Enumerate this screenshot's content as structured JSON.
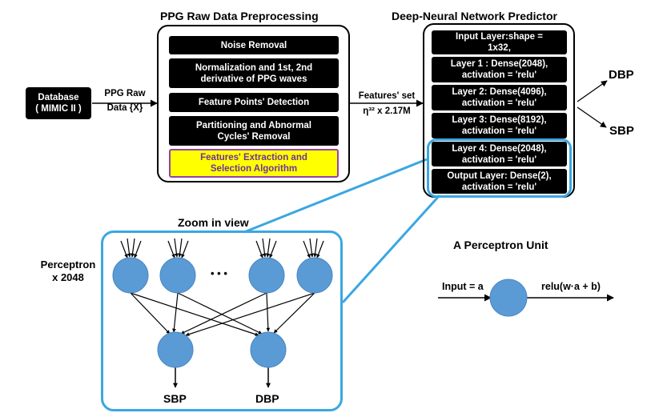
{
  "titles": {
    "preprocessing": "PPG Raw Data Preprocessing",
    "predictor": "Deep-Neural Network Predictor",
    "zoom": "Zoom in view",
    "perceptron_unit": "A Perceptron Unit"
  },
  "database": {
    "line1": "Database",
    "line2": "( MIMIC II )"
  },
  "ppg_raw": {
    "line1": "PPG Raw",
    "line2": "Data {X}"
  },
  "preprocessing_steps": {
    "noise": "Noise Removal",
    "norm_line1": "Normalization and 1st, 2nd",
    "norm_line2": "derivative of PPG waves",
    "feature_points": "Feature Points' Detection",
    "partition_line1": "Partitioning and Abnormal",
    "partition_line2": "Cycles' Removal",
    "extract_line1": "Features' Extraction and",
    "extract_line2": "Selection Algorithm"
  },
  "features_set": {
    "line1": "Features' set",
    "line2": "η³² x 2.17M"
  },
  "layers": {
    "input_l1": "Input Layer:shape =",
    "input_l2": "1x32,",
    "l1_l1": "Layer 1 : Dense(2048),",
    "l1_l2": "activation = 'relu'",
    "l2_l1": "Layer 2: Dense(4096),",
    "l2_l2": "activation = 'relu'",
    "l3_l1": "Layer 3: Dense(8192),",
    "l3_l2": "activation = 'relu'",
    "l4_l1": "Layer 4: Dense(2048),",
    "l4_l2": "activation = 'relu'",
    "out_l1": "Output Layer: Dense(2),",
    "out_l2": "activation = 'relu'"
  },
  "outputs": {
    "dbp": "DBP",
    "sbp": "SBP"
  },
  "zoom": {
    "perceptron_l1": "Perceptron",
    "perceptron_l2": "x 2048",
    "ellipsis": "• • •",
    "sbp": "SBP",
    "dbp": "DBP"
  },
  "unit": {
    "input": "Input = a",
    "output": "relu(w·a + b)"
  },
  "colors": {
    "node": "#5b9bd5",
    "zoom_border": "#3aa7e0",
    "highlight_fill": "#ffff00",
    "highlight_border": "#8e44ad",
    "highlight_text": "#7030a0"
  }
}
